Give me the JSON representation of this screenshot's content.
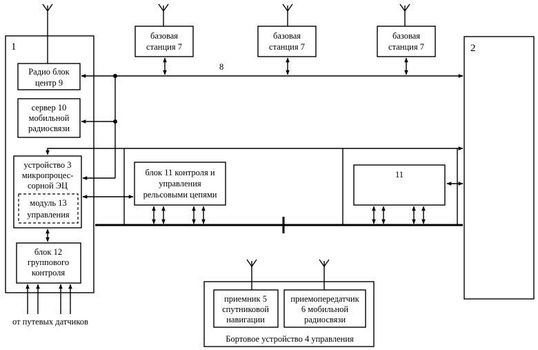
{
  "labels": {
    "block1_number": "1",
    "block2_number": "2",
    "radio_center": [
      "Радио блок",
      "центр 9"
    ],
    "server": [
      "сервер 10",
      "мобильной",
      "радиосвязи"
    ],
    "device3": [
      "устройство 3",
      "микропроцес-",
      "сорной ЭЦ"
    ],
    "module13": [
      "модуль 13",
      "управления"
    ],
    "block12": [
      "блок 12",
      "группового",
      "контроля"
    ],
    "block11": [
      "блок 11 контроля и",
      "управления",
      "рельсовыми цепями"
    ],
    "block11_right": "11",
    "base_station": [
      "базовая",
      "станция 7"
    ],
    "bus_label": "8",
    "receiver5": [
      "приемник 5",
      "спутниковой",
      "навигации"
    ],
    "transceiver6": [
      "приемопередатчик",
      "6 мобильной",
      "радиосвязи"
    ],
    "onboard_caption": "Бортовое устройство 4  управления",
    "sensors_caption": "от путевых датчиков"
  }
}
